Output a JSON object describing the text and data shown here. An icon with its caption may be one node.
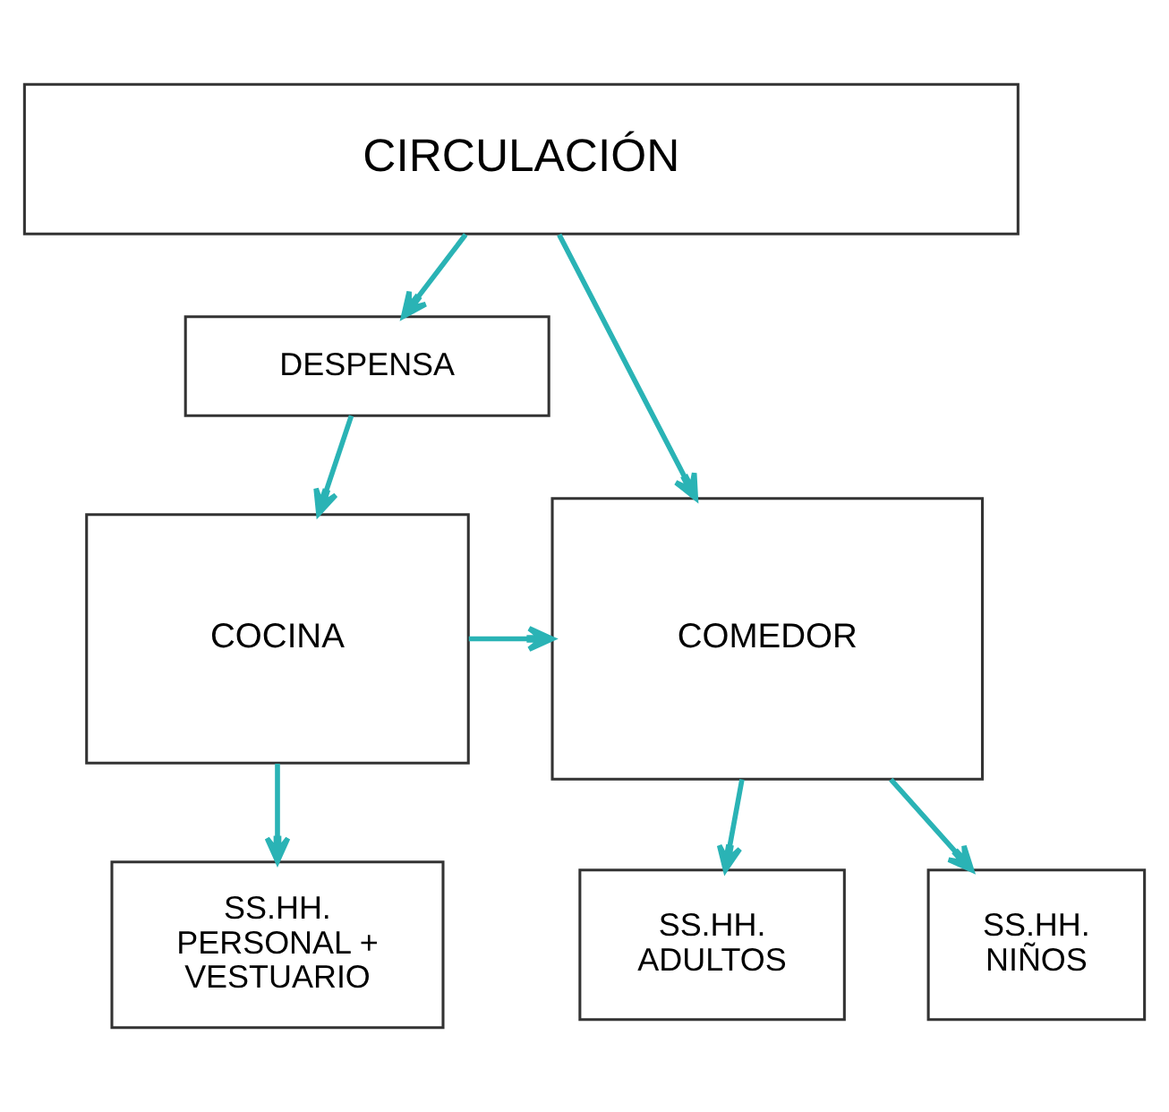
{
  "diagram": {
    "nodes": [
      {
        "text": [
          "CIRCULACIÓN"
        ]
      },
      {
        "text": [
          "DESPENSA"
        ]
      },
      {
        "text": [
          "COMEDOR"
        ]
      },
      {
        "text": [
          "COCINA"
        ]
      },
      {
        "text": [
          "SS.HH. PERSONAL + VESTUARIO"
        ]
      },
      {
        "text": [
          "SS.HH. ADULTOS"
        ]
      },
      {
        "text": [
          "SS.HH. NIÑOS"
        ]
      }
    ],
    "edges": [
      {
        "from": 0,
        "to": 1,
        "arrow": "to"
      },
      {
        "from": 0,
        "to": 2,
        "arrow": "to"
      },
      {
        "from": 1,
        "to": 3,
        "arrow": "to"
      },
      {
        "from": 3,
        "to": 2,
        "arrow": "to"
      },
      {
        "from": 3,
        "to": 4,
        "arrow": "to"
      },
      {
        "from": 2,
        "to": 5,
        "arrow": "to"
      },
      {
        "from": 2,
        "to": 6,
        "arrow": "to"
      }
    ]
  }
}
